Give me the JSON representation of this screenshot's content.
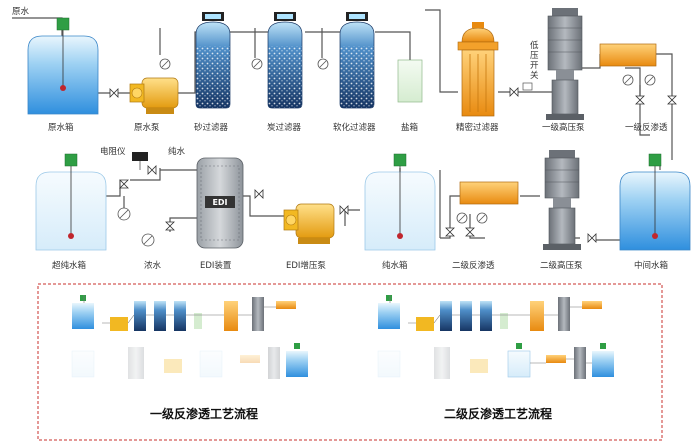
{
  "colors": {
    "pipe": "#555555",
    "tank_blue": "#4aa3e6",
    "tank_pale": "#dff0fb",
    "pump_yellow": "#f2b822",
    "filter_dark": "#1f3f73",
    "cartridge_orange": "#f3a12b",
    "ro_orange": "#e8a41e",
    "hp_pump_grey": "#8a8f96",
    "indicator_green": "#2f9e44",
    "frame_red": "#c9302c"
  },
  "top_row": {
    "raw_water_inlet": "原水",
    "raw_water_tank": "原水箱",
    "raw_water_pump": "原水泵",
    "sand_filter": "砂过滤器",
    "carbon_filter": "炭过滤器",
    "softener_filter": "软化过滤器",
    "salt_tank": "盐箱",
    "precision_filter": "精密过滤器",
    "low_pressure_switch": "低压开关",
    "primary_hp_pump": "一级高压泵",
    "primary_ro": "一级反渗透"
  },
  "bottom_row": {
    "resistivity_meter": "电阻仪",
    "pure_water_out": "纯水",
    "ultrapure_tank": "超纯水箱",
    "concentrate": "浓水",
    "edi_device": "EDI装置",
    "edi_badge": "EDI",
    "edi_booster_pump": "EDI增压泵",
    "pure_water_tank": "纯水箱",
    "secondary_ro": "二级反渗透",
    "secondary_hp_pump": "二级高压泵",
    "intermediate_tank": "中间水箱"
  },
  "thumbnails": {
    "left_title": "一级反渗透工艺流程",
    "right_title": "二级反渗透工艺流程"
  }
}
